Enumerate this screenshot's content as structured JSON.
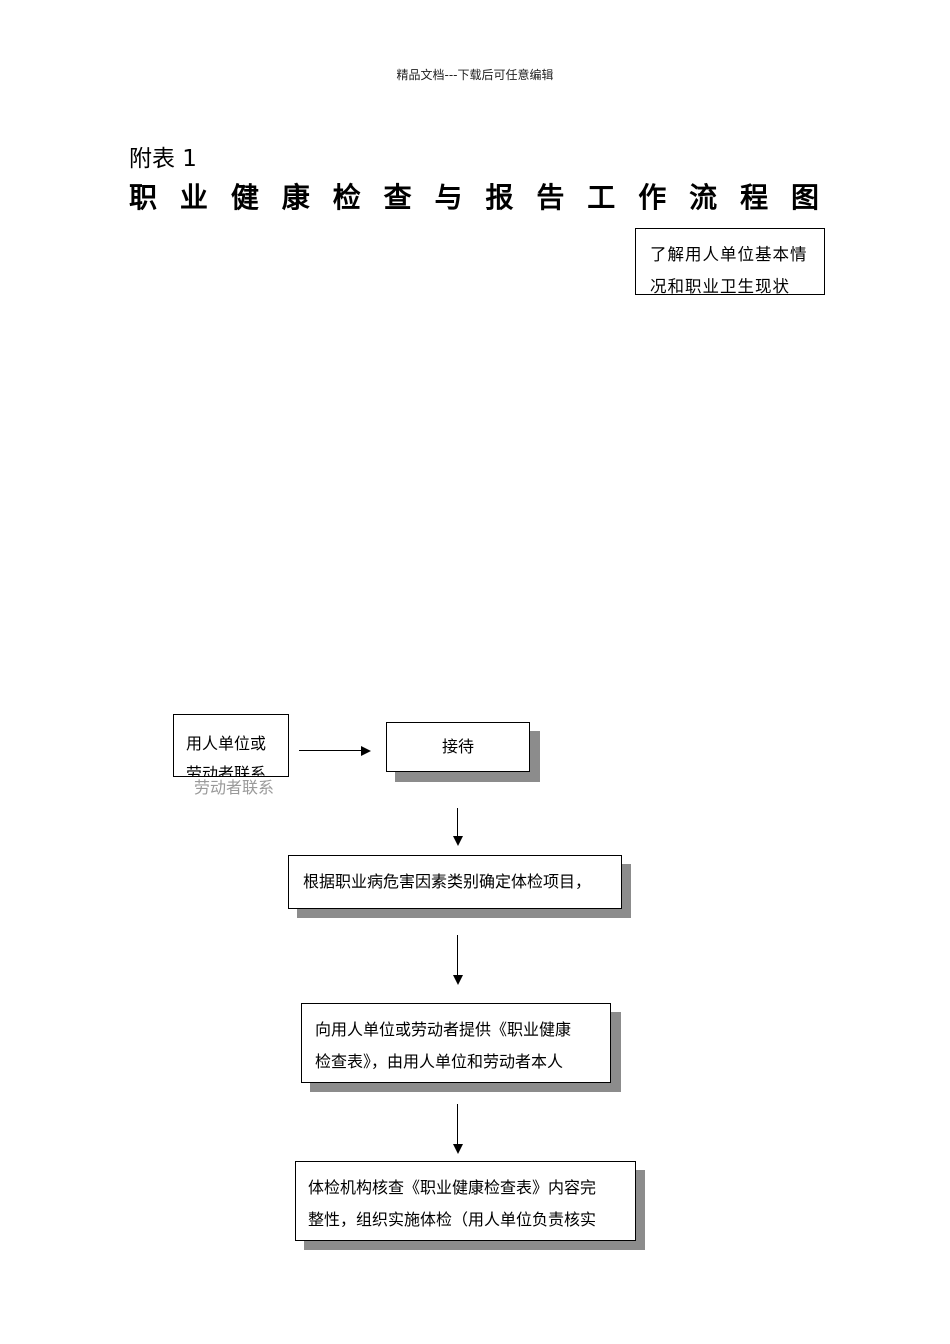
{
  "header_note": "精品文档---下载后可任意编辑",
  "appendix_label": "附表 1",
  "title_chars": [
    "职",
    "业",
    "健",
    "康",
    "检",
    "查",
    "与",
    "报",
    "告",
    "工",
    "作",
    "流",
    "程",
    "图"
  ],
  "top_box": {
    "lines": [
      "了解用人单位基本情",
      "况和职业卫生现状"
    ]
  },
  "start_box": {
    "lines": [
      "用人单位或",
      "劳动者联系"
    ]
  },
  "ghost_text": "劳动者联系",
  "reception_box": {
    "label": "接待"
  },
  "step1_box": {
    "lines": [
      "根据职业病危害因素类别确定体检项目，"
    ]
  },
  "step2_box": {
    "lines": [
      "向用人单位或劳动者提供《职业健康",
      "检查表》，由用人单位和劳动者本人"
    ]
  },
  "step3_box": {
    "lines": [
      "体检机构核查《职业健康检查表》内容完",
      "整性，组织实施体检（用人单位负责核实"
    ]
  }
}
